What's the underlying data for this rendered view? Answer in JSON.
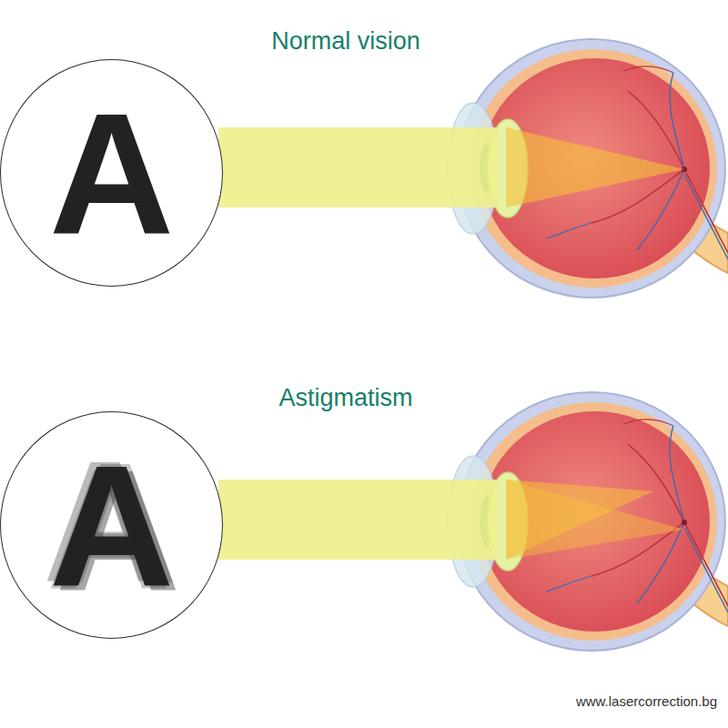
{
  "diagram": {
    "nodes": [
      {
        "text": [
          "A"
        ]
      },
      {
        "text": [
          "A"
        ]
      }
    ],
    "labels": [
      "Normal vision",
      "Astigmatism",
      "www.lasercorrection.bg"
    ]
  }
}
